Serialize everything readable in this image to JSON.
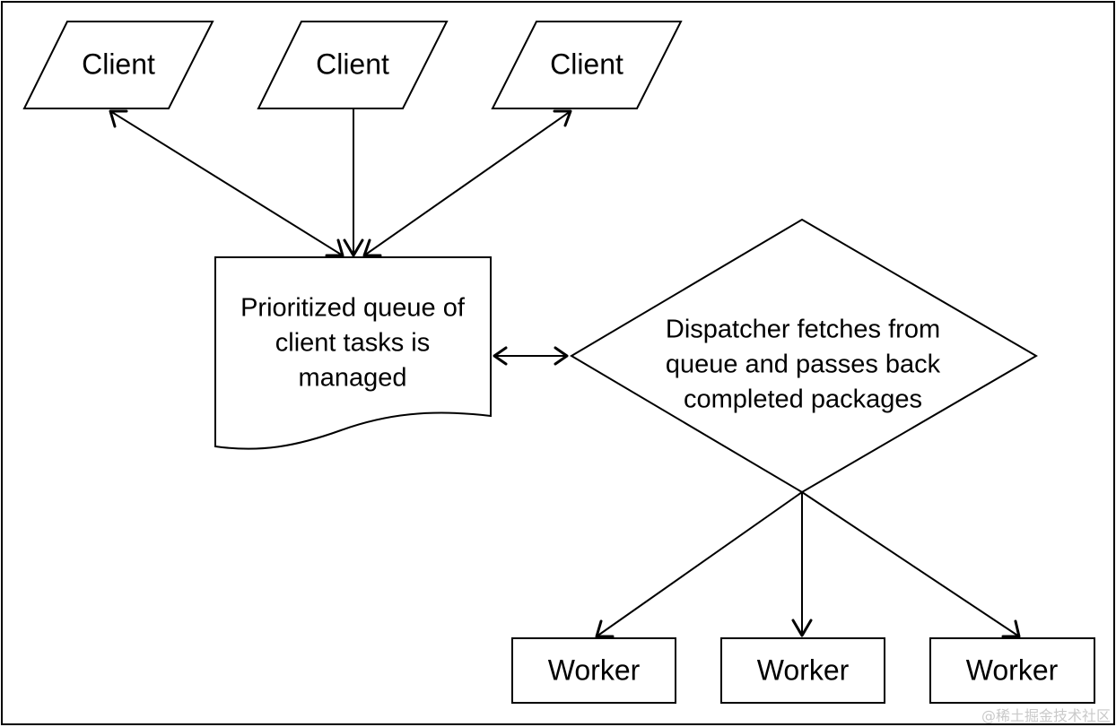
{
  "diagram": {
    "clients": [
      {
        "label": "Client"
      },
      {
        "label": "Client"
      },
      {
        "label": "Client"
      }
    ],
    "queue": {
      "lines": [
        "Prioritized queue of",
        "client tasks is",
        "managed"
      ]
    },
    "dispatcher": {
      "lines": [
        "Dispatcher fetches from",
        "queue and passes back",
        "completed packages"
      ]
    },
    "workers": [
      {
        "label": "Worker"
      },
      {
        "label": "Worker"
      },
      {
        "label": "Worker"
      }
    ]
  },
  "watermark": "@稀土掘金技术社区"
}
